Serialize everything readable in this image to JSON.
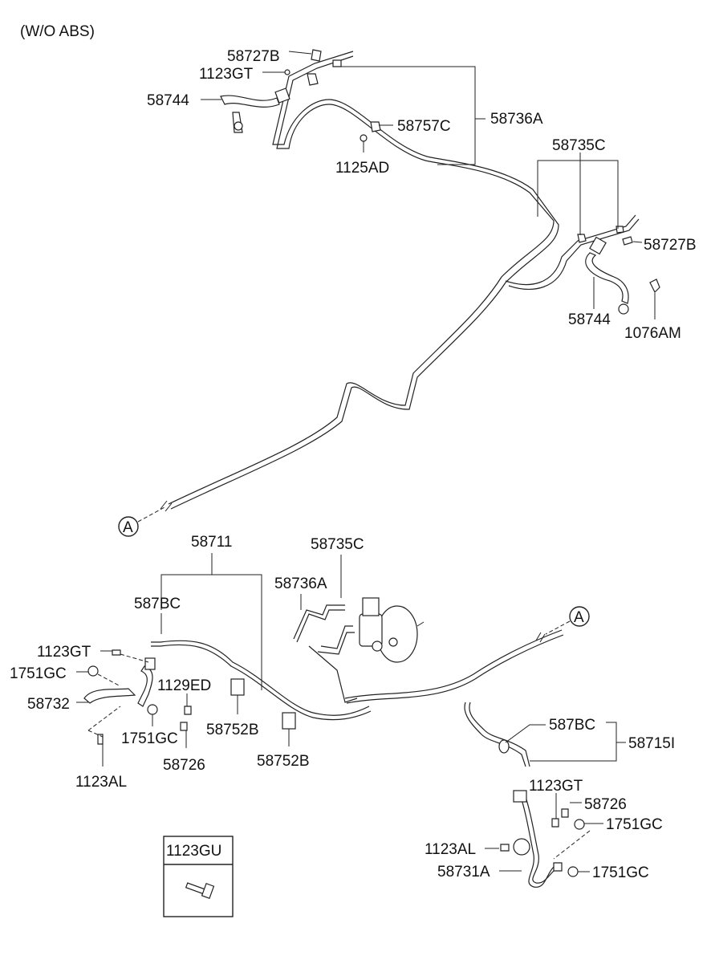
{
  "header": {
    "note": "(W/O ABS)"
  },
  "labels": {
    "l_58727B_top": "58727B",
    "l_1123GT_top": "1123GT",
    "l_58744_top": "58744",
    "l_58757C": "58757C",
    "l_58736A_top": "58736A",
    "l_1125AD": "1125AD",
    "l_58735C_top": "58735C",
    "l_58727B_right": "58727B",
    "l_58744_right": "58744",
    "l_1076AM": "1076AM",
    "l_A_left": "A",
    "l_58711": "58711",
    "l_58735C_mid": "58735C",
    "l_58736A_mid": "58736A",
    "l_587BC_left": "587BC",
    "l_1123GT_left": "1123GT",
    "l_1751GC_left": "1751GC",
    "l_58732": "58732",
    "l_1129ED": "1129ED",
    "l_1751GC_left2": "1751GC",
    "l_58726_left": "58726",
    "l_1123AL_left": "1123AL",
    "l_58752B_a": "58752B",
    "l_58752B_b": "58752B",
    "l_A_right": "A",
    "l_587BC_right": "587BC",
    "l_58715I": "58715I",
    "l_1123GT_right": "1123GT",
    "l_58726_right": "58726",
    "l_1751GC_right": "1751GC",
    "l_1123AL_right": "1123AL",
    "l_58731A": "58731A",
    "l_1751GC_right2": "1751GC"
  },
  "legend_box": {
    "title": "1123GU"
  }
}
